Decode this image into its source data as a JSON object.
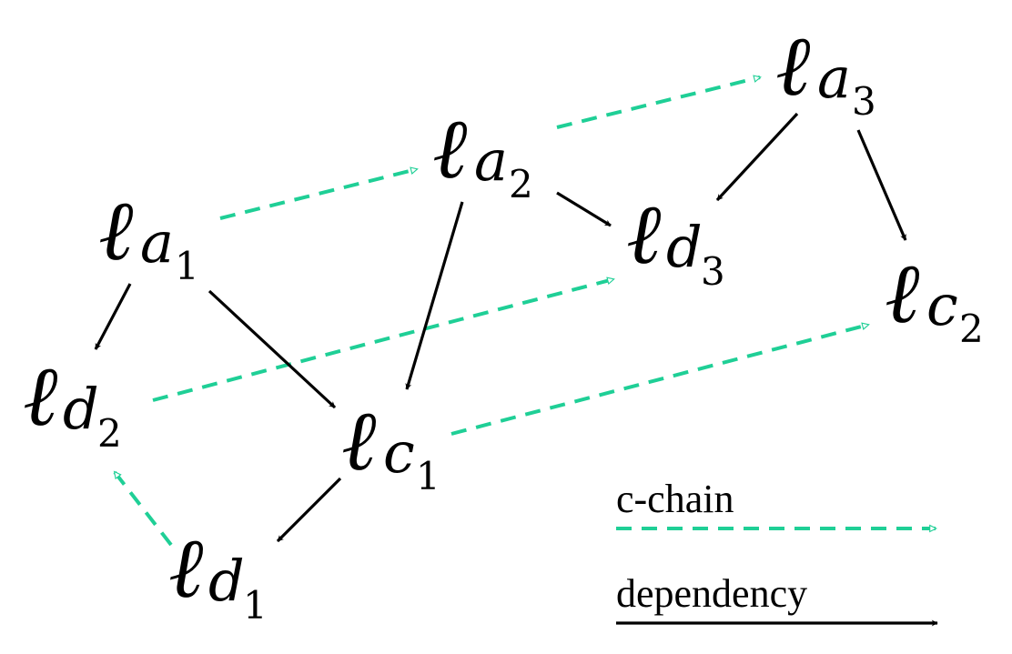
{
  "colors": {
    "chain": "#1fcf96",
    "dependency": "#000000"
  },
  "nodes": [
    {
      "id": "a1",
      "ell": "ℓ",
      "sub": "a",
      "subsub": "1"
    },
    {
      "id": "a2",
      "ell": "ℓ",
      "sub": "a",
      "subsub": "2"
    },
    {
      "id": "a3",
      "ell": "ℓ",
      "sub": "a",
      "subsub": "3"
    },
    {
      "id": "d1",
      "ell": "ℓ",
      "sub": "d",
      "subsub": "1"
    },
    {
      "id": "d2",
      "ell": "ℓ",
      "sub": "d",
      "subsub": "2"
    },
    {
      "id": "d3",
      "ell": "ℓ",
      "sub": "d",
      "subsub": "3"
    },
    {
      "id": "c1",
      "ell": "ℓ",
      "sub": "c",
      "subsub": "1"
    },
    {
      "id": "c2",
      "ell": "ℓ",
      "sub": "c",
      "subsub": "2"
    }
  ],
  "edges": [
    {
      "from": "a1",
      "to": "a2",
      "kind": "c-chain"
    },
    {
      "from": "a2",
      "to": "a3",
      "kind": "c-chain"
    },
    {
      "from": "d2",
      "to": "d3",
      "kind": "c-chain"
    },
    {
      "from": "c1",
      "to": "c2",
      "kind": "c-chain"
    },
    {
      "from": "d1",
      "to": "d2",
      "kind": "c-chain"
    },
    {
      "from": "a1",
      "to": "d2",
      "kind": "dependency"
    },
    {
      "from": "a1",
      "to": "c1",
      "kind": "dependency"
    },
    {
      "from": "a2",
      "to": "c1",
      "kind": "dependency"
    },
    {
      "from": "a2",
      "to": "d3",
      "kind": "dependency"
    },
    {
      "from": "a3",
      "to": "d3",
      "kind": "dependency"
    },
    {
      "from": "a3",
      "to": "c2",
      "kind": "dependency"
    },
    {
      "from": "c1",
      "to": "d1",
      "kind": "dependency"
    }
  ],
  "legend": {
    "chain_label": "c-chain",
    "dependency_label": "dependency"
  }
}
